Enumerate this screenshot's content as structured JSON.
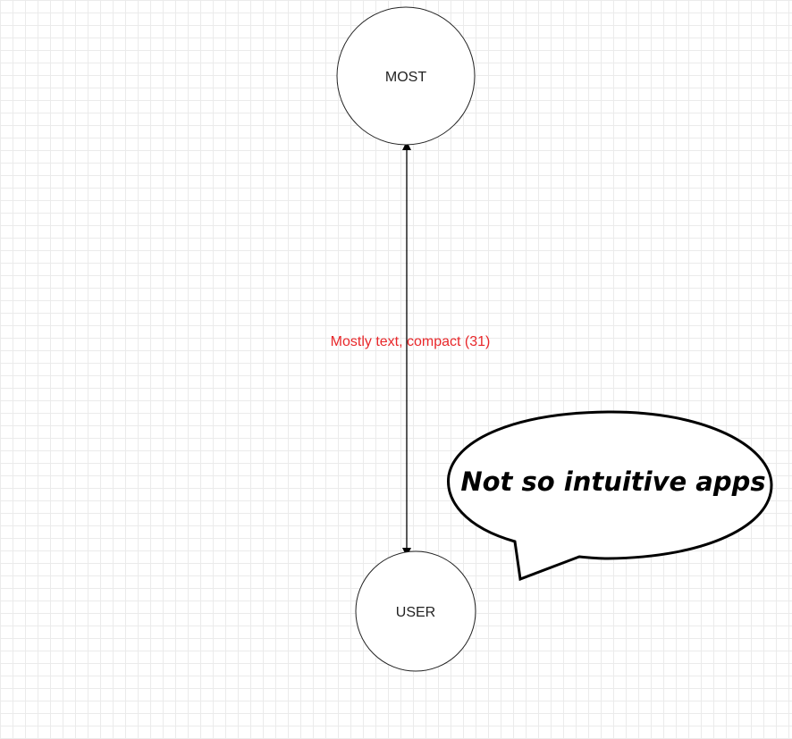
{
  "diagram": {
    "nodes": {
      "top": {
        "label": "MOST"
      },
      "bottom": {
        "label": "USER"
      }
    },
    "edge": {
      "label": "Mostly text, compact (31)",
      "label_color": "#e8272a",
      "direction": "bidirectional"
    },
    "callout": {
      "text": "Not so intuitive apps"
    }
  }
}
